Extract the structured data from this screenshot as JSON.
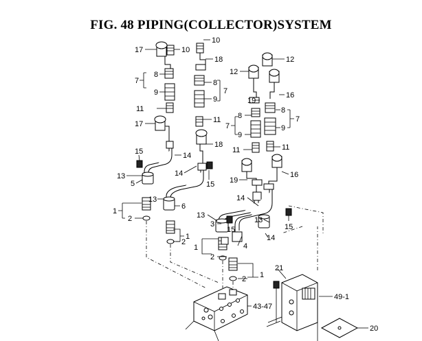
{
  "figure": {
    "title": "FIG. 48  PIPING(COLLECTOR)SYSTEM"
  },
  "callouts": {
    "c1": "1",
    "c2": "2",
    "c3": "3",
    "c4": "4",
    "c5": "5",
    "c6": "6",
    "c7": "7",
    "c8": "8",
    "c9": "9",
    "c10": "10",
    "c11": "11",
    "c12": "12",
    "c13": "13",
    "c14": "14",
    "c15": "15",
    "c16": "16",
    "c17": "17",
    "c18": "18",
    "c19": "19",
    "c20": "20",
    "c21": "21",
    "c43_47": "43-47",
    "c49_1": "49-1"
  }
}
